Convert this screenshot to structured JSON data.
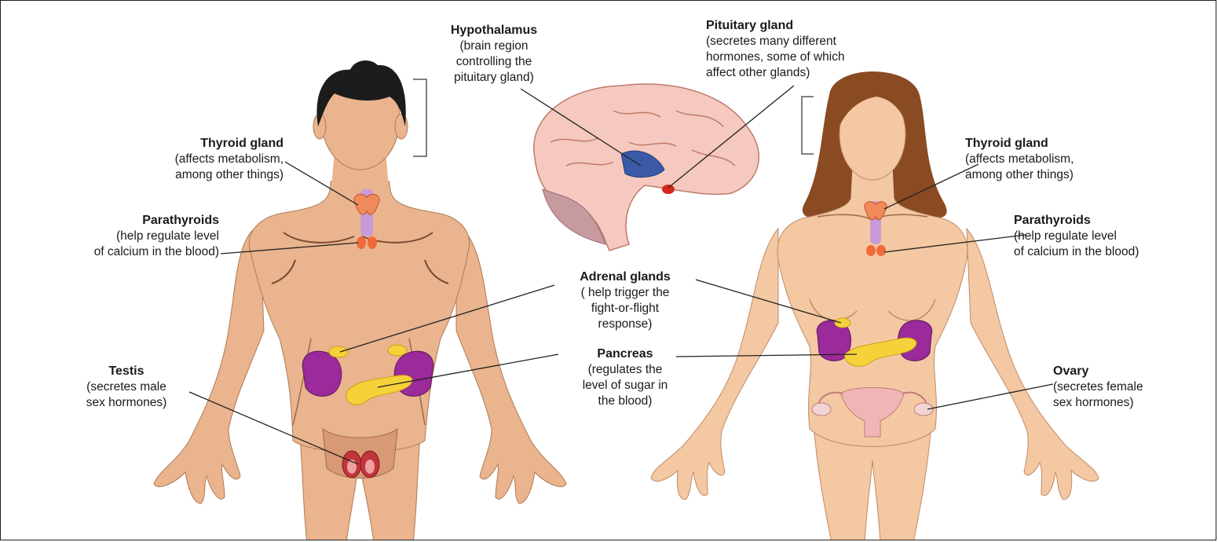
{
  "labels": {
    "hypothalamus": {
      "title": "Hypothalamus",
      "desc": [
        "(brain region",
        "controlling the",
        "pituitary gland)"
      ]
    },
    "pituitary": {
      "title": "Pituitary gland",
      "desc": [
        "(secretes many different",
        "hormones, some of which",
        "affect other glands)"
      ]
    },
    "thyroid_male": {
      "title": "Thyroid gland",
      "desc": [
        "(affects metabolism,",
        "among other things)"
      ]
    },
    "thyroid_female": {
      "title": "Thyroid gland",
      "desc": [
        "(affects metabolism,",
        "among other things)"
      ]
    },
    "parathyroids_male": {
      "title": "Parathyroids",
      "desc": [
        "(help regulate level",
        "of calcium in the blood)"
      ]
    },
    "parathyroids_female": {
      "title": "Parathyroids",
      "desc": [
        "(help regulate level",
        "of calcium in the blood)"
      ]
    },
    "adrenal": {
      "title": "Adrenal glands",
      "desc": [
        "( help trigger the",
        "fight-or-flight",
        "response)"
      ]
    },
    "pancreas": {
      "title": "Pancreas",
      "desc": [
        "(regulates the",
        "level of sugar in",
        "the blood)"
      ]
    },
    "testis": {
      "title": "Testis",
      "desc": [
        "(secretes male",
        "sex hormones)"
      ]
    },
    "ovary": {
      "title": "Ovary",
      "desc": [
        "(secretes female",
        "sex hormones)"
      ]
    }
  },
  "colors": {
    "skin": "#e9b48e",
    "skin_female": "#f4c8a2",
    "hair_male": "#1c1c1c",
    "hair_female": "#8a4a22",
    "kidney": "#9b2a9a",
    "pancreas": "#f6d23a",
    "thyroid": "#f08a5a",
    "trachea": "#c89ad8",
    "brain": "#f5c9bf",
    "hypothalamus": "#3a5aa8",
    "pituitary": "#d8261f",
    "leader_line": "#222222"
  }
}
